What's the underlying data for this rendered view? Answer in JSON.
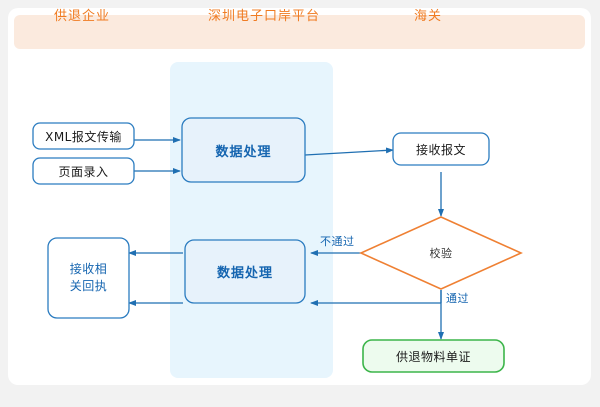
{
  "diagram": {
    "title_lanes": [
      {
        "id": "lane-supplier",
        "label": "供退企业"
      },
      {
        "id": "lane-platform",
        "label": "深圳电子口岸平台"
      },
      {
        "id": "lane-customs",
        "label": "海关"
      }
    ],
    "colors": {
      "lane_header_bg": "#fbeade",
      "lane_header_text": "#f07c23",
      "band_bg": "#e7f5fd",
      "node_blue_border": "#2b7cc0",
      "node_blue_fill": "#e7f2fb",
      "node_blue_text": "#1565b0",
      "decision_border": "#ef8033",
      "result_border": "#3cb54a",
      "result_fill": "#edfbee",
      "edge": "#1f6fb2",
      "panel_bg": "#ffffff",
      "page_bg": "#f2f2f2"
    },
    "nodes": [
      {
        "id": "xml-transfer",
        "label": "XML报文传输",
        "shape": "rounded-rect",
        "style": "outline-blue"
      },
      {
        "id": "page-entry",
        "label": "页面录入",
        "shape": "rounded-rect",
        "style": "outline-blue"
      },
      {
        "id": "data-process-1",
        "label": "数据处理",
        "shape": "rounded-rect",
        "style": "fill-blue"
      },
      {
        "id": "receive-message",
        "label": "接收报文",
        "shape": "rounded-rect",
        "style": "outline-blue"
      },
      {
        "id": "verify",
        "label": "校验",
        "shape": "diamond",
        "style": "outline-orange"
      },
      {
        "id": "supply-return-doc",
        "label": "供退物料单证",
        "shape": "rounded-rect",
        "style": "fill-green"
      },
      {
        "id": "data-process-2",
        "label": "数据处理",
        "shape": "rounded-rect",
        "style": "fill-blue"
      },
      {
        "id": "receive-receipt",
        "label": "接收相\n关回执",
        "shape": "rounded-rect",
        "style": "outline-blue"
      }
    ],
    "edges": [
      {
        "id": "e-xml-dp1",
        "from": "xml-transfer",
        "to": "data-process-1",
        "label": ""
      },
      {
        "id": "e-entry-dp1",
        "from": "page-entry",
        "to": "data-process-1",
        "label": ""
      },
      {
        "id": "e-dp1-receive",
        "from": "data-process-1",
        "to": "receive-message",
        "label": ""
      },
      {
        "id": "e-receive-verify",
        "from": "receive-message",
        "to": "verify",
        "label": ""
      },
      {
        "id": "e-verify-fail",
        "from": "verify",
        "to": "data-process-2",
        "label": "不通过"
      },
      {
        "id": "e-verify-pass",
        "from": "verify",
        "to": "supply-return-doc",
        "label": "通过"
      },
      {
        "id": "e-pass-dp2",
        "from": "verify",
        "to": "data-process-2",
        "label": ""
      },
      {
        "id": "e-dp2-receipt-top",
        "from": "data-process-2",
        "to": "receive-receipt",
        "label": ""
      },
      {
        "id": "e-dp2-receipt-bottom",
        "from": "data-process-2",
        "to": "receive-receipt",
        "label": ""
      }
    ]
  }
}
